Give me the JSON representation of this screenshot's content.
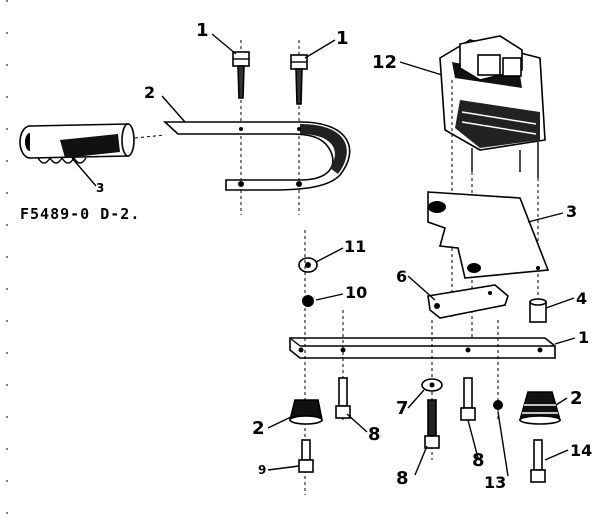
{
  "drawing_code": "F5489-0 D-2.",
  "callouts": {
    "screw_left": "1",
    "screw_right": "1",
    "bracket_top": "2",
    "handle_sleeve": "3",
    "transformer": "12",
    "plate_upper": "3",
    "nut_11": "11",
    "washer_10": "10",
    "clip_6": "6",
    "spacer_4": "4",
    "plate_lower": "1",
    "foot_left": "2",
    "foot_right": "2",
    "bolt_8a": "8",
    "washer_7": "7",
    "bolt_8b": "8",
    "bolt_8c": "8",
    "bolt_9": "9",
    "nut_13": "13",
    "bolt_14": "14"
  }
}
